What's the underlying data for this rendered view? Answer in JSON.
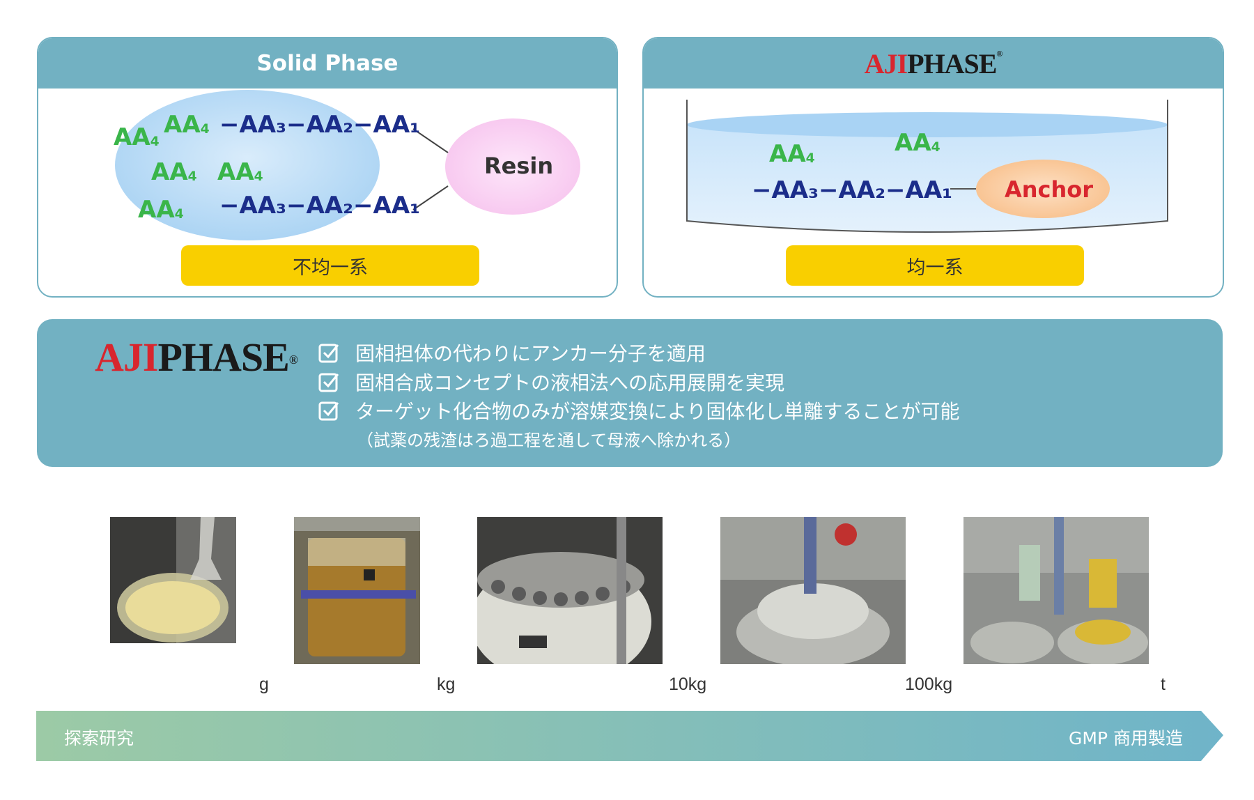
{
  "solid_phase": {
    "title": "Solid Phase",
    "resin_label": "Resin",
    "aa_free": [
      "AA",
      "AA",
      "AA",
      "AA",
      "AA",
      "AA"
    ],
    "chain_1": "−AA₃−AA₂−AA₁",
    "chain_2": "−AA₃−AA₂−AA₁",
    "system": "不均一系"
  },
  "ajiphase_panel": {
    "logo_red": "AJI",
    "logo_dark": "PHASE",
    "logo_mark": "®",
    "anchor_label": "Anchor",
    "chain": "−AA₃−AA₂−AA₁",
    "system": "均一系"
  },
  "features": {
    "logo_red": "AJI",
    "logo_dark": "PHASE",
    "logo_mark": "®",
    "items": [
      "固相担体の代わりにアンカー分子を適用",
      "固相合成コンセプトの液相法への応用展開を実現",
      "ターゲット化合物のみが溶媒変換により固体化し単離することが可能"
    ],
    "note": "（試薬の残渣はろ過工程を通して母液へ除かれる）"
  },
  "scale": {
    "labels": [
      "g",
      "kg",
      "10kg",
      "100kg",
      "t"
    ],
    "start": "探索研究",
    "end": "GMP 商用製造"
  },
  "colors": {
    "panel": "#72b1c2",
    "badge": "#f9cf00",
    "aa_green": "#3ab54a",
    "aa_navy": "#1b2d8a",
    "resin": "#f7c9ef",
    "anchor": "#f8c48f",
    "anchor_text": "#d8262e"
  }
}
